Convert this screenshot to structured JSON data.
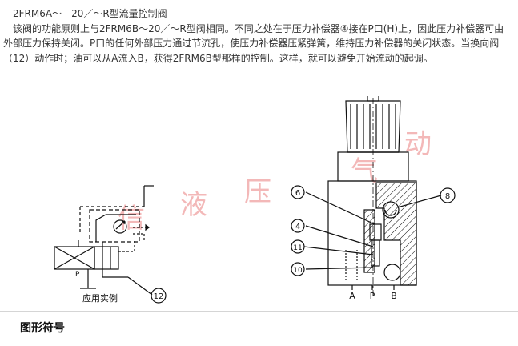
{
  "article": {
    "title": "2FRM6A～—20／～R型流量控制阀",
    "body": "该阀的功能原则上与2FRM6B～20／～R型阀相同。不同之处在于压力补偿器④接在P口(H)上，因此压力补偿器可由外部压力保持关闭。P口的任何外部压力通过节流孔，使压力补偿器压紧弹簧，维持压力补偿器的关闭状态。当换向阀（12）动作时；油可以从A流入B，获得2FRM6B型那样的控制。这样，就可以避免开始流动的起调。"
  },
  "figure": {
    "left_caption": "应用实例",
    "callout_12": "12",
    "port_p_left": "P",
    "callouts_right": [
      "6",
      "4",
      "11",
      "10",
      "8"
    ],
    "port_labels": [
      "A",
      "P",
      "B"
    ],
    "watermark": [
      "信",
      "液",
      "压",
      "气",
      "动"
    ]
  },
  "section": {
    "title": "图形符号"
  }
}
